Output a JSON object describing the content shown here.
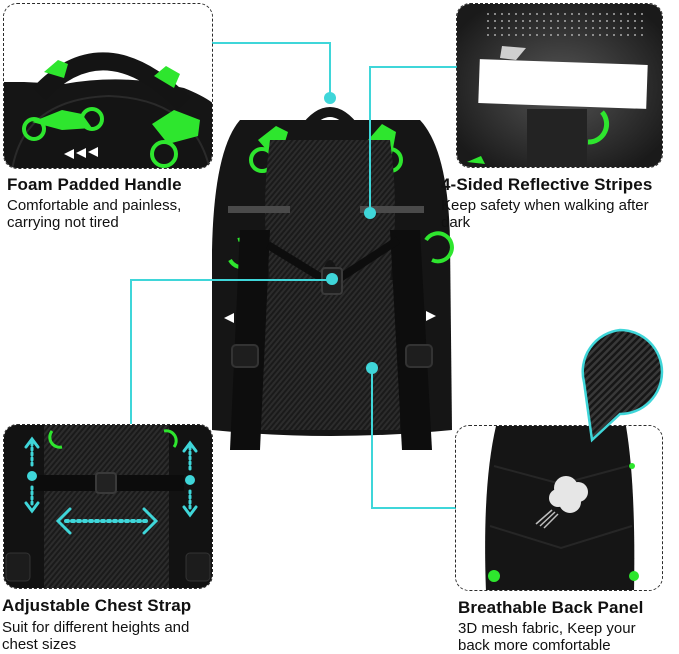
{
  "colors": {
    "accent_cyan": "#3fd6d9",
    "bag_black": "#141414",
    "moto_green": "#2ee62e",
    "text": "#111111"
  },
  "features": [
    {
      "title": "Foam Padded Handle",
      "description": "Comfortable and painless, carrying not tired",
      "icon": "handle-closeup"
    },
    {
      "title": "4-Sided Reflective Stripes",
      "description": "Keep safety when walking after dark",
      "icon": "reflective-stripe-closeup"
    },
    {
      "title": "Adjustable Chest Strap",
      "description": "Suit for different heights and chest sizes",
      "icon": "chest-strap-closeup"
    },
    {
      "title": "Breathable Back Panel",
      "description": "3D mesh fabric, Keep your back more comfortable",
      "icon": "back-panel-closeup"
    }
  ],
  "lines": {
    "f0a": "Comfortable and painless,",
    "f0b": "carrying not tired",
    "f1a": "Keep safety when walking after",
    "f1b": "dark",
    "f2a": "Suit for different heights and",
    "f2b": "chest sizes",
    "f3a": "3D mesh fabric, Keep your",
    "f3b": "back more comfortable"
  }
}
